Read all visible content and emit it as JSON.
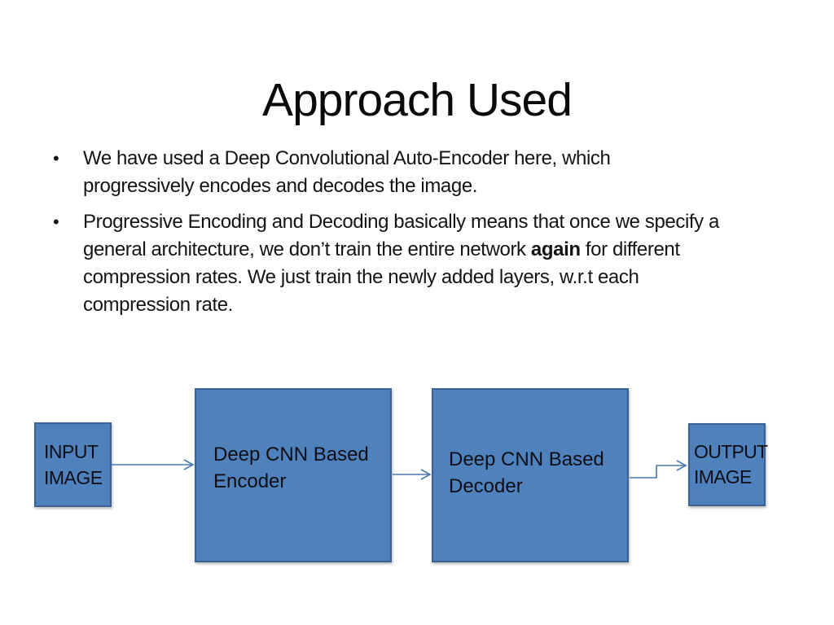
{
  "slide": {
    "title": "Approach Used",
    "bullets": {
      "marker": "•",
      "b1_line1": "We have used a Deep Convolutional Auto-Encoder here, which",
      "b1_line2": "progressively encodes and decodes the image.",
      "b2_line1": "Progressive Encoding and Decoding basically means that once we specify a",
      "b2_line2_pre": "general architecture, we don’t train the entire network ",
      "b2_line2_bold": "again",
      "b2_line2_post": " for different",
      "b2_line3": "compression rates. We just train the newly added layers, w.r.t each",
      "b2_line4": "compression rate."
    }
  },
  "diagram": {
    "boxes": {
      "input": {
        "line1": "INPUT",
        "line2": "IMAGE"
      },
      "encoder": {
        "line1": "Deep CNN Based",
        "line2": "Encoder"
      },
      "decoder": {
        "line1": "Deep CNN Based",
        "line2": "Decoder"
      },
      "output": {
        "line1": "OUTPUT",
        "line2": "IMAGE"
      }
    },
    "colors": {
      "box_fill": "#4f81bd",
      "box_border": "#3a6191",
      "arrow": "#4878b0",
      "box_text": "#0e0e14"
    }
  }
}
